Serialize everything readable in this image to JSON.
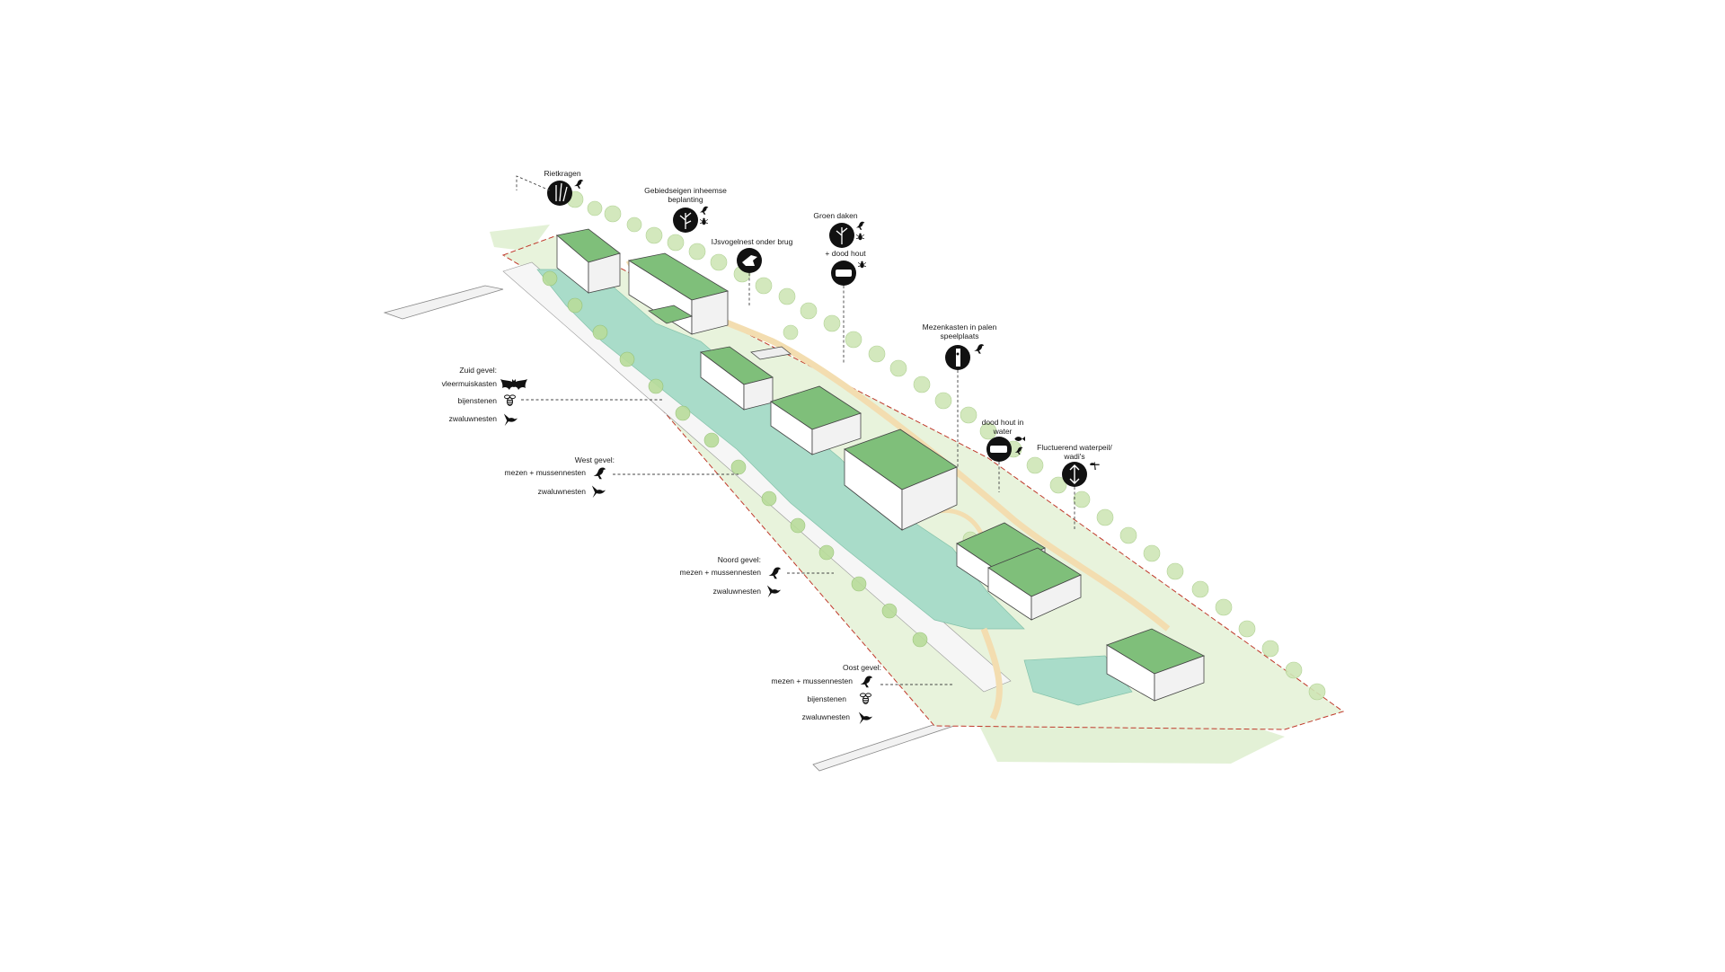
{
  "top_labels": {
    "rietkragen": "Rietkragen",
    "gebiedseigen_1": "Gebiedseigen inheemse",
    "gebiedseigen_2": "beplanting",
    "ijsvogelnest": "IJsvogelnest onder brug",
    "groen_daken": "Groen daken",
    "dood_hout": "+ dood hout",
    "mezenkasten_1": "Mezenkasten in palen",
    "mezenkasten_2": "speelplaats",
    "dood_hout_water_1": "dood hout in",
    "dood_hout_water_2": "water",
    "fluctuerend_1": "Fluctuerend waterpeil/",
    "fluctuerend_2": "wadi's"
  },
  "zuid_gevel": {
    "title": "Zuid gevel:",
    "items": [
      "vleermuiskasten",
      "bijenstenen",
      "zwaluwnesten"
    ]
  },
  "west_gevel": {
    "title": "West gevel:",
    "items": [
      "mezen + mussennesten",
      "zwaluwnesten"
    ]
  },
  "noord_gevel": {
    "title": "Noord gevel:",
    "items": [
      "mezen + mussennesten",
      "zwaluwnesten"
    ]
  },
  "oost_gevel": {
    "title": "Oost gevel:",
    "items": [
      "mezen + mussennesten",
      "bijenstenen",
      "zwaluwnesten"
    ]
  },
  "icons": [
    "reed-icon",
    "plant-icon",
    "kingfisher-icon",
    "green-roof-icon",
    "dead-wood-icon",
    "nest-box-icon",
    "dead-wood-water-icon",
    "water-level-icon",
    "bird-icon",
    "bat-icon",
    "bee-icon",
    "swallow-icon",
    "beetle-icon",
    "fish-icon",
    "dragonfly-icon"
  ],
  "colors": {
    "water": "#a9dcc9",
    "green": "#d7ecc4",
    "roof": "#7fbf7a",
    "path": "#f3ddb0",
    "boundary": "#c0392b"
  }
}
